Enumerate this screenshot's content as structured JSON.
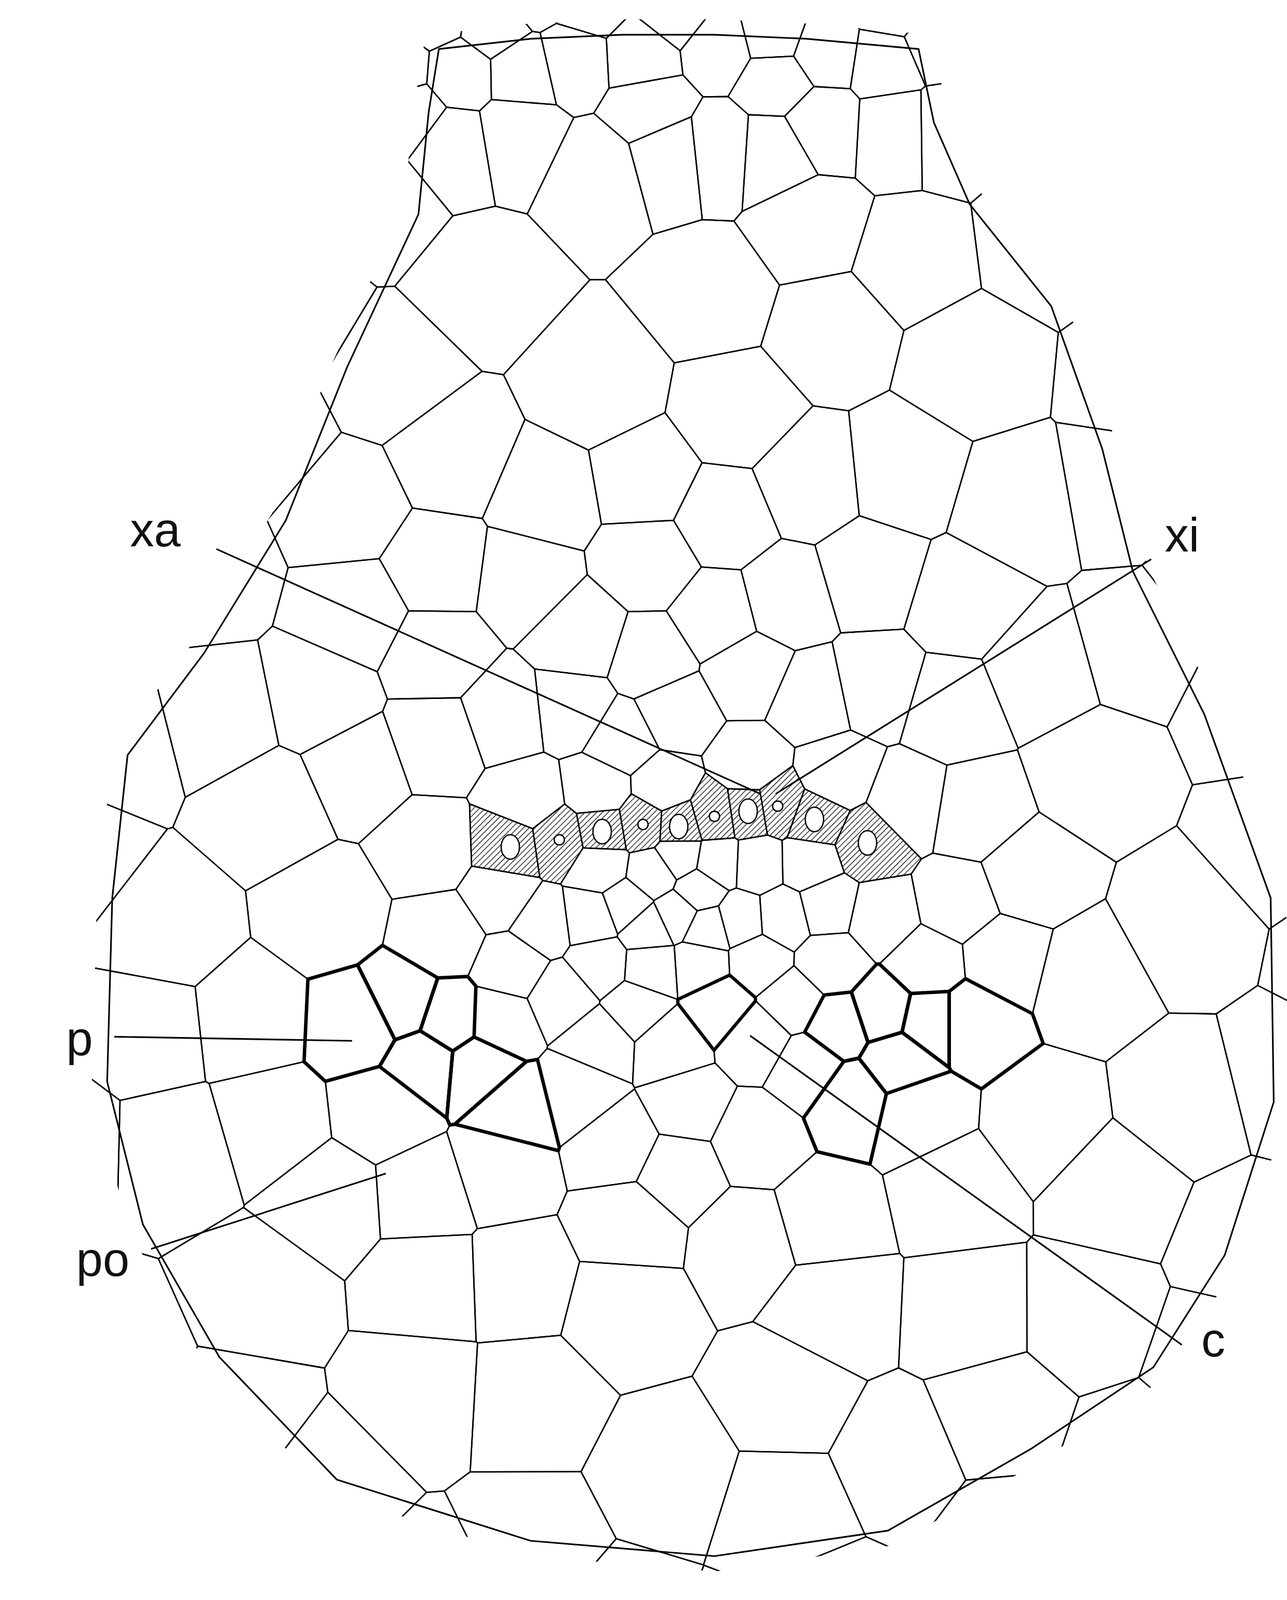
{
  "diagram": {
    "labels": [
      "xa",
      "xi",
      "p",
      "po",
      "c"
    ]
  }
}
